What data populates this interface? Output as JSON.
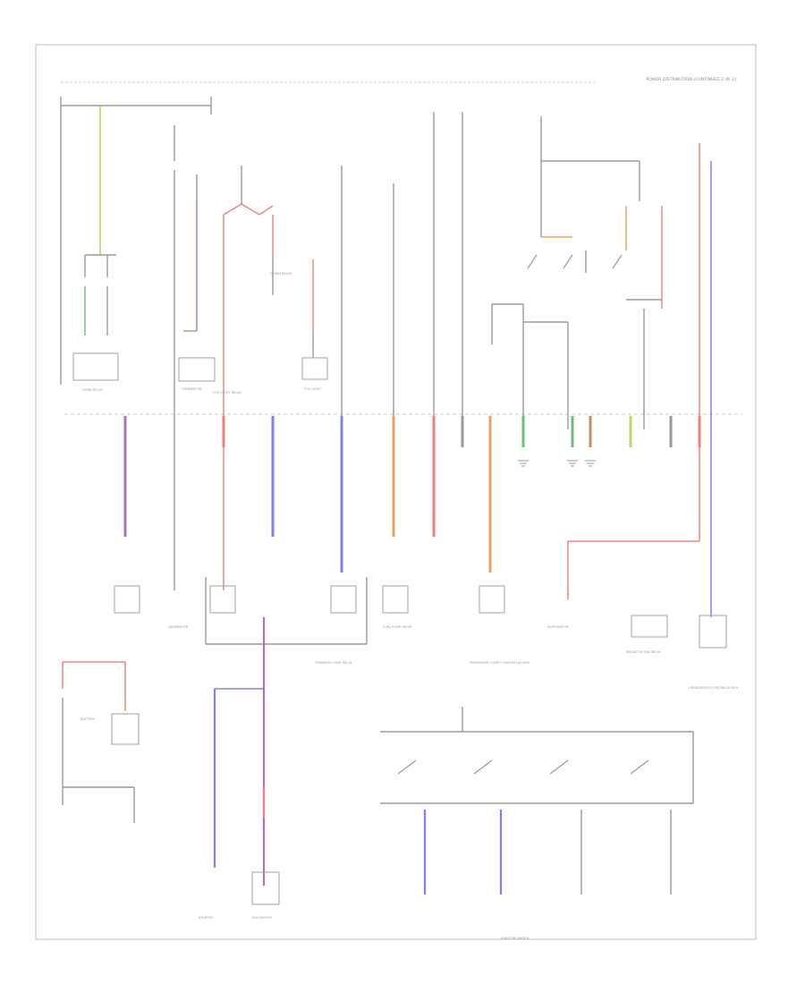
{
  "diagram": {
    "header_title": "POWER DISTRIBUTION (CONTINUED 2 OF 2)",
    "footer_code": "",
    "labels": [
      "HORN RELAY",
      "GENERATOR",
      "DOWN RELAY",
      "FOG LIGHT RELAY",
      "FUEL PUMP RELAY",
      "RADIATOR FAN RELAY",
      "ALTERNATOR",
      "BATTERY",
      "STARTER",
      "IGN SWITCH",
      "TRANSFER CASE RELAY",
      "PASSENGER COMPT FUSE/RELAY BOX",
      "UNDERHOOD FUSE/RELAY BOX",
      "IGNITION SWITCH"
    ]
  },
  "colors": {
    "red": "#f08080",
    "blue": "#8080f0",
    "purple": "#b070c0",
    "green": "#70c070",
    "yellow_green": "#b8d860",
    "orange": "#e8a060",
    "brown": "#c09060",
    "gray": "#9a9a9a",
    "dark_green": "#609060"
  }
}
